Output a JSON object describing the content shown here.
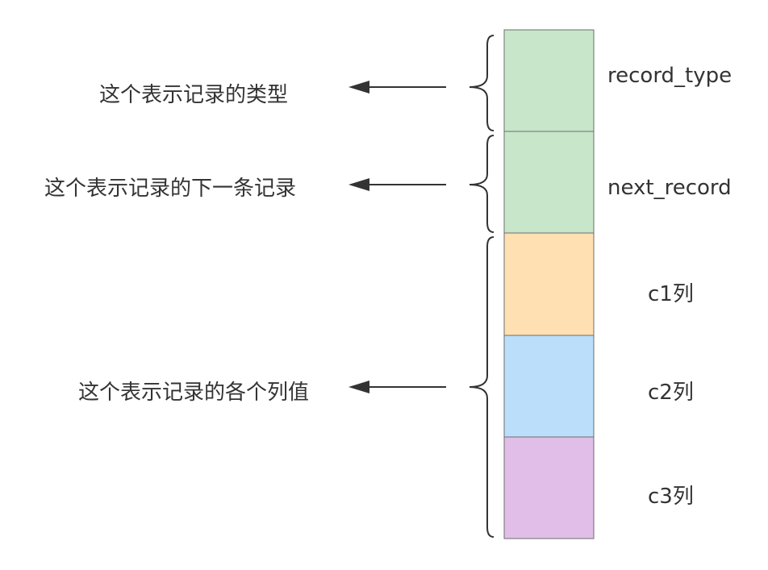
{
  "blocks": [
    {
      "id": "record_type",
      "label": "record_type",
      "color": "#c8e6c9"
    },
    {
      "id": "next_record",
      "label": "next_record",
      "color": "#c8e6c9"
    },
    {
      "id": "c1",
      "label": "c1列",
      "color": "#ffe0b2"
    },
    {
      "id": "c2",
      "label": "c2列",
      "color": "#bbdefb"
    },
    {
      "id": "c3",
      "label": "c3列",
      "color": "#e1bee7"
    }
  ],
  "annotations": [
    {
      "id": "type",
      "text": "这个表示记录的类型"
    },
    {
      "id": "next",
      "text": "这个表示记录的下一条记录"
    },
    {
      "id": "columns",
      "text": "这个表示记录的各个列值"
    }
  ],
  "colors": {
    "stroke": "#6e6e6e",
    "text": "#333333",
    "background": "#ffffff"
  }
}
